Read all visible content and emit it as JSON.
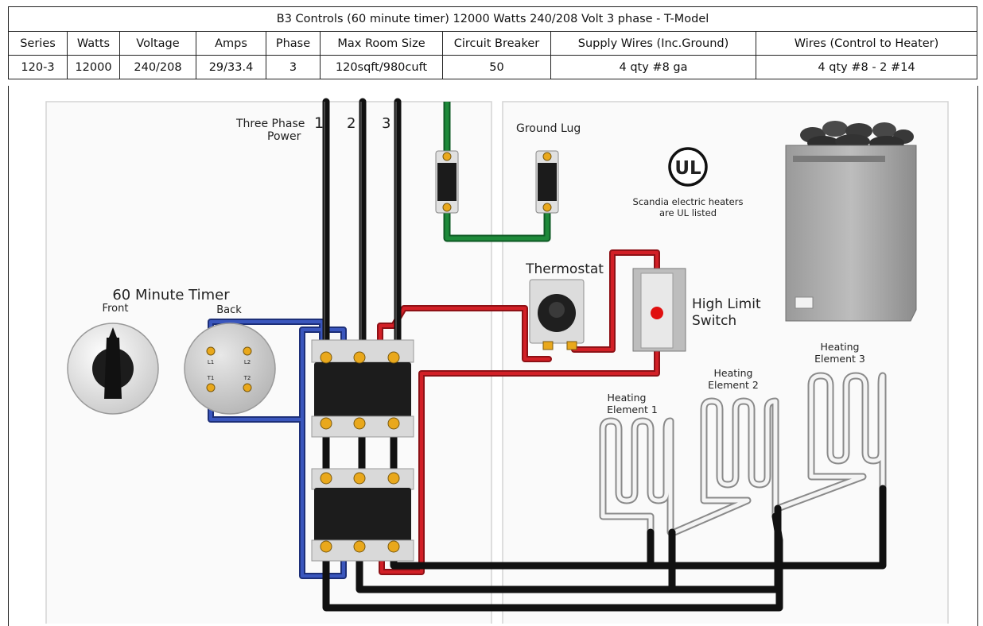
{
  "table": {
    "title": "B3 Controls (60 minute timer) 12000 Watts 240/208 Volt 3 phase - T-Model",
    "headers": [
      "Series",
      "Watts",
      "Voltage",
      "Amps",
      "Phase",
      "Max Room Size",
      "Circuit Breaker",
      "Supply Wires (Inc.Ground)",
      "Wires (Control to Heater)"
    ],
    "row": [
      "120-3",
      "12000",
      "240/208",
      "29/33.4",
      "3",
      "120sqft/980cuft",
      "50",
      "4 qty #8 ga",
      "4 qty #8 - 2 #14"
    ]
  },
  "diagram": {
    "three_phase_line1": "Three Phase",
    "three_phase_line2": "Power",
    "phase_numbers": [
      "1",
      "2",
      "3"
    ],
    "ground_lug": "Ground Lug",
    "ul_mark": "UL",
    "ul_note_line1": "Scandia electric heaters",
    "ul_note_line2": "are UL listed",
    "thermostat": "Thermostat",
    "high_limit_line1": "High Limit",
    "high_limit_line2": "Switch",
    "timer_title": "60 Minute Timer",
    "timer_front": "Front",
    "timer_back": "Back",
    "timer_terminals": [
      "L1",
      "L2",
      "T1",
      "T2"
    ],
    "element1_line1": "Heating",
    "element1_line2": "Element 1",
    "element2_line1": "Heating",
    "element2_line2": "Element 2",
    "element3_line1": "Heating",
    "element3_line2": "Element 3",
    "colors": {
      "wire_black": "#111111",
      "wire_red": "#d21f26",
      "wire_blue": "#2e47a3",
      "wire_green": "#1e8a3a",
      "terminal_gold": "#e9a81c",
      "indicator_red": "#e01010"
    }
  }
}
